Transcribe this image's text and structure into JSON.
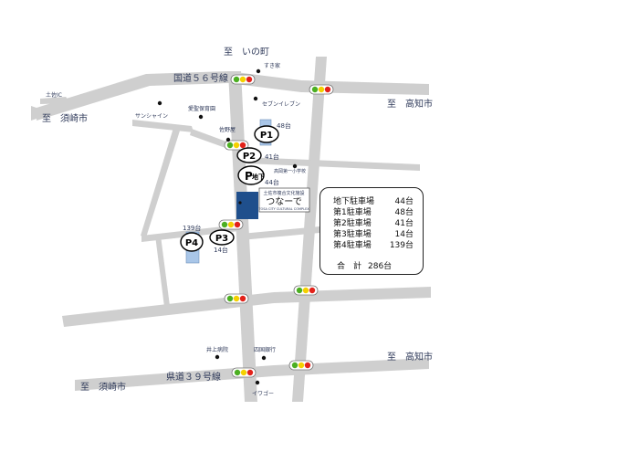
{
  "map": {
    "road_labels": {
      "to_inocho": "至　いの町",
      "route56": "国道５６号線",
      "to_kochi_top": "至　高知市",
      "to_susaki_top": "至　須崎市",
      "tosa_ic": "土佐IC",
      "to_kochi_bottom": "至　高知市",
      "prefroute39": "県道３９号線",
      "to_susaki_bottom": "至　須崎市"
    },
    "landmarks": {
      "sukiya": "すき家",
      "seven_eleven": "セブンイレブン",
      "sunshine": "サンシャイン",
      "aiseihoikuen": "愛聖保育園",
      "sanoya": "佐野屋",
      "takaoka_school": "高岡第一小学校",
      "inoue_hospital": "井上病院",
      "shikoku_bank": "四国銀行",
      "iwago": "イワゴー"
    },
    "facility": {
      "sub": "土佐市複合文化施設",
      "name": "つなーで",
      "en": "TOSA CITY CULTURAL COMPLEX"
    },
    "parking": {
      "p1": {
        "label": "P1",
        "count": "48台"
      },
      "p2": {
        "label": "P2",
        "count": "41台"
      },
      "pb": {
        "label": "P",
        "sub": "地下",
        "count": "44台"
      },
      "p3": {
        "label": "P3",
        "count": "14台"
      },
      "p4": {
        "label": "P4",
        "count": "139台"
      }
    },
    "colors": {
      "road": "#cfcfcf",
      "parking_lot": "#a9c6e8",
      "facility": "#1f4f8c",
      "light_green": "#4caf22",
      "light_yellow": "#f4d000",
      "light_red": "#e2221a"
    },
    "icons": [
      "traffic-light-icon",
      "landmark-dot-icon",
      "parking-sign-icon"
    ]
  },
  "summary": {
    "rows": [
      {
        "name": "地下駐車場",
        "count": "44台"
      },
      {
        "name": "第1駐車場",
        "count": "48台"
      },
      {
        "name": "第2駐車場",
        "count": "41台"
      },
      {
        "name": "第3駐車場",
        "count": "14台"
      },
      {
        "name": "第4駐車場",
        "count": "139台"
      }
    ],
    "total_label": "合　計",
    "total_count": "286台"
  }
}
